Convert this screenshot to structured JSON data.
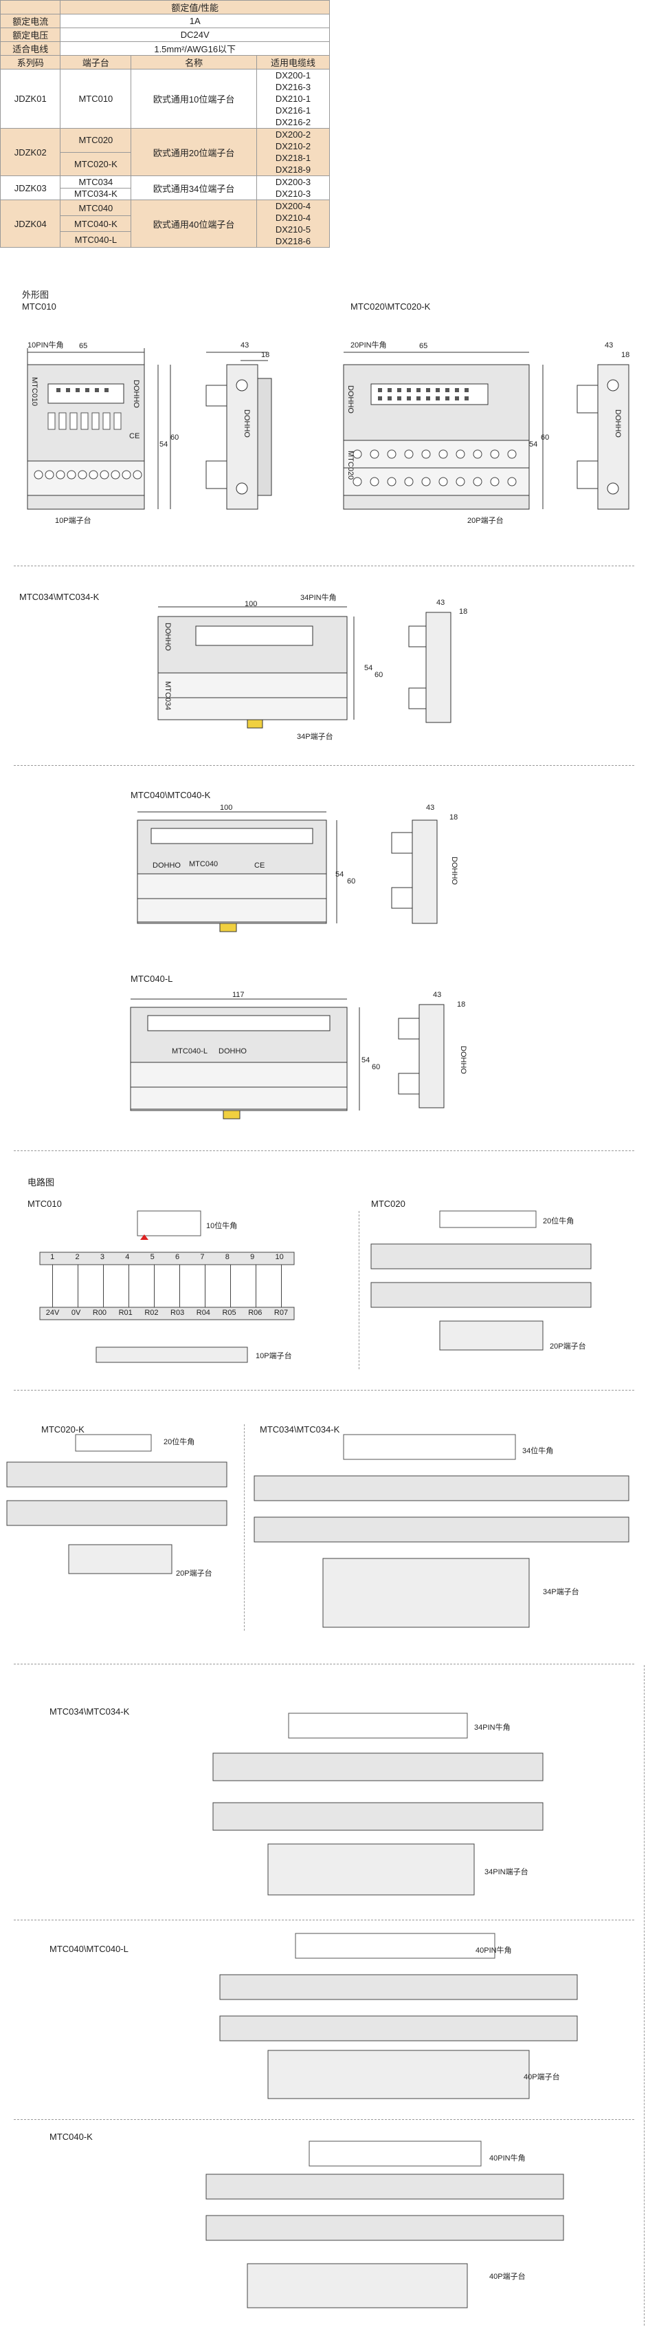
{
  "spec": {
    "rows": [
      {
        "key": "",
        "value": "额定值/性能"
      },
      {
        "key": "额定电流",
        "value": "1A"
      },
      {
        "key": "额定电压",
        "value": "DC24V"
      },
      {
        "key": "适合电线",
        "value": "1.5mm²/AWG16以下"
      }
    ],
    "headers": [
      "系列码",
      "端子台",
      "名称",
      "适用电缆线"
    ],
    "groups": [
      {
        "series": "JDZK01",
        "models": [
          "MTC010"
        ],
        "name": "欧式通用10位端子台",
        "cables": [
          "DX200-1",
          "DX216-3",
          "DX210-1",
          "DX216-1",
          "DX216-2"
        ]
      },
      {
        "series": "JDZK02",
        "models": [
          "MTC020",
          "MTC020-K"
        ],
        "name": "欧式通用20位端子台",
        "cables": [
          "DX200-2",
          "DX210-2",
          "DX218-1",
          "DX218-9"
        ]
      },
      {
        "series": "JDZK03",
        "models": [
          "MTC034",
          "MTC034-K"
        ],
        "name": "欧式通用34位端子台",
        "cables": [
          "DX200-3",
          "DX210-3"
        ]
      },
      {
        "series": "JDZK04",
        "models": [
          "MTC040",
          "MTC040-K",
          "MTC040-L"
        ],
        "name": "欧式通用40位端子台",
        "cables": [
          "DX200-4",
          "DX210-4",
          "DX210-5",
          "DX218-6"
        ]
      }
    ]
  },
  "outline": {
    "title": "外形图",
    "mtc010": {
      "title": "MTC010",
      "pin": "10PIN牛角",
      "terminal": "10P端子台",
      "w": "65",
      "h1": "54",
      "h2": "60",
      "side1": "43",
      "side2": "18",
      "brand": "DOHHO",
      "model": "MTC010",
      "ce": "CE"
    },
    "mtc020": {
      "title": "MTC020\\MTC020-K",
      "pin": "20PIN牛角",
      "terminal": "20P端子台",
      "w": "65",
      "h1": "54",
      "h2": "60",
      "side1": "43",
      "side2": "18",
      "brand": "DOHHO",
      "model": "MTC020"
    },
    "mtc034": {
      "title": "MTC034\\MTC034-K",
      "pin": "34PIN牛角",
      "terminal": "34P端子台",
      "w": "100",
      "h1": "54",
      "h2": "60",
      "side1": "43",
      "side2": "18",
      "brand": "DOHHO",
      "model": "MTC034"
    },
    "mtc040": {
      "title": "MTC040\\MTC040-K",
      "w": "100",
      "h1": "54",
      "h2": "60",
      "side1": "43",
      "side2": "18",
      "brand": "DOHHO",
      "model": "MTC040",
      "ce": "CE"
    },
    "mtc040l": {
      "title": "MTC040-L",
      "w": "117",
      "h1": "54",
      "h2": "60",
      "side1": "43",
      "side2": "18",
      "brand": "DOHHO",
      "model": "MTC040-L"
    }
  },
  "circuit": {
    "title": "电路图",
    "mtc010": {
      "title": "MTC010",
      "pin": "10位牛角",
      "terminal": "10P端子台",
      "top_nums": [
        "1",
        "2",
        "3",
        "4",
        "5",
        "6",
        "7",
        "8",
        "9",
        "10"
      ],
      "bottom_labels": [
        "24V",
        "0V",
        "R00",
        "R01",
        "R02",
        "R03",
        "R04",
        "R05",
        "R06",
        "R07"
      ]
    },
    "mtc020": {
      "title": "MTC020",
      "pin": "20位牛角",
      "terminal": "20P端子台"
    },
    "mtc020k": {
      "title": "MTC020-K",
      "pin": "20位牛角",
      "terminal": "20P端子台"
    },
    "mtc034a": {
      "title": "MTC034\\MTC034-K",
      "pin": "34位牛角",
      "terminal": "34P端子台"
    },
    "mtc034b": {
      "title": "MTC034\\MTC034-K",
      "pin": "34PIN牛角",
      "terminal": "34PIN端子台"
    },
    "mtc040": {
      "title": "MTC040\\MTC040-L",
      "pin": "40PIN牛角",
      "terminal": "40P端子台"
    },
    "mtc040k": {
      "title": "MTC040-K",
      "pin": "40PIN牛角",
      "terminal": "40P端子台"
    }
  }
}
